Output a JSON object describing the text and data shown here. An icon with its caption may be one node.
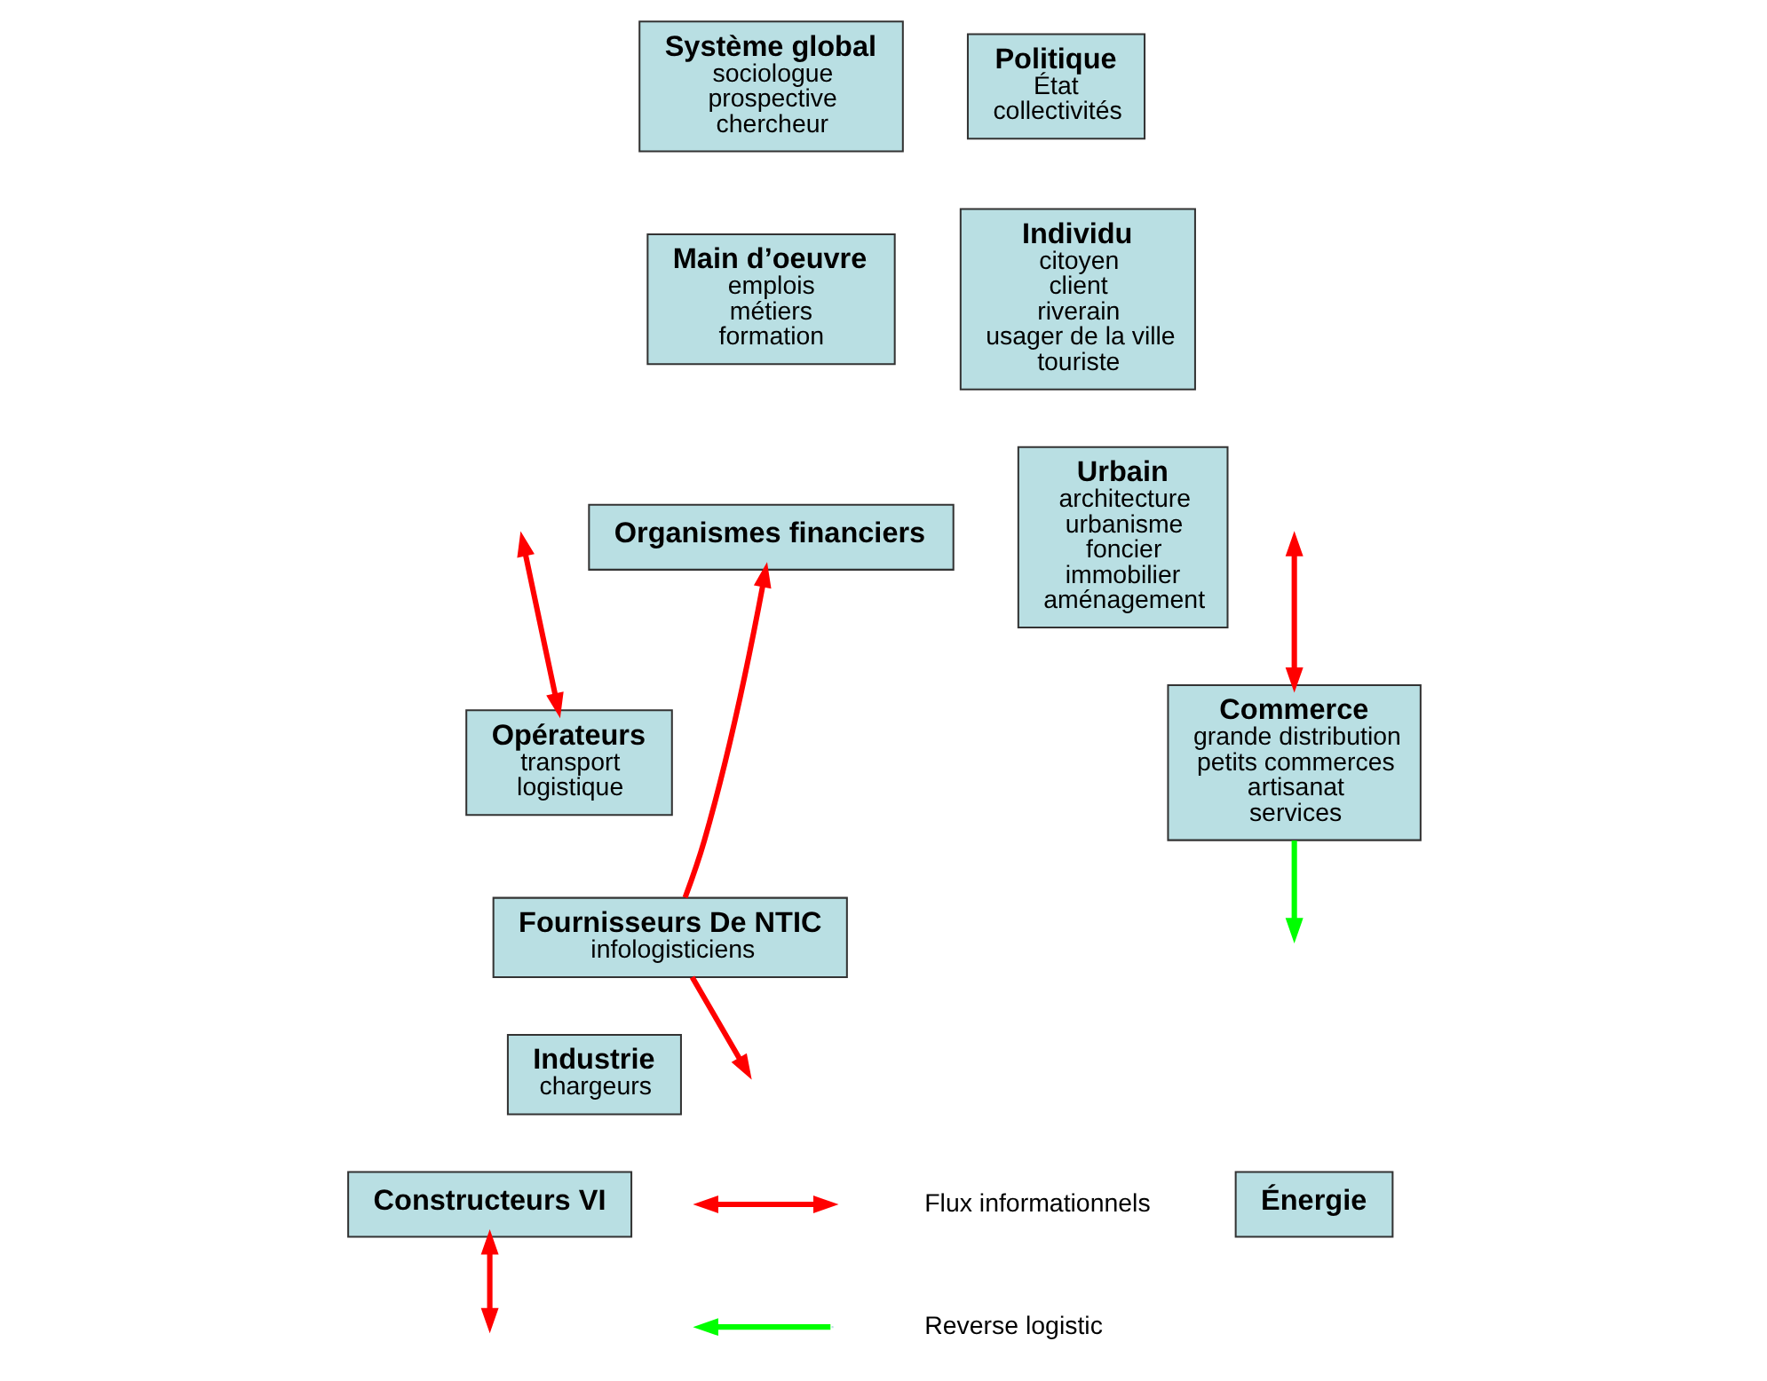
{
  "diagram": {
    "nodes": [
      {
        "text": [
          "Système global",
          "sociologue",
          "prospective",
          "chercheur"
        ]
      },
      {
        "text": [
          "Politique",
          "État",
          "collectivités"
        ]
      },
      {
        "text": [
          "Main d’oeuvre",
          "emplois",
          "métiers",
          "formation"
        ]
      },
      {
        "text": [
          "Individu",
          "citoyen",
          "client",
          "riverain",
          "usager de la ville",
          "touriste"
        ]
      },
      {
        "text": [
          "Organismes financiers"
        ]
      },
      {
        "text": [
          "Urbain",
          "architecture",
          "urbanisme",
          "foncier",
          "immobilier",
          "aménagement"
        ]
      },
      {
        "text": [
          "Opérateurs",
          "transport",
          "logistique"
        ]
      },
      {
        "text": [
          "Commerce",
          "grande distribution",
          "petits commerces",
          "artisanat",
          "services"
        ]
      },
      {
        "text": [
          "Fournisseurs De NTIC",
          "infologisticiens"
        ]
      },
      {
        "text": [
          "Industrie",
          "chargeurs"
        ]
      },
      {
        "text": [
          "Constructeurs VI"
        ]
      },
      {
        "text": [
          "Énergie"
        ]
      }
    ],
    "edges": [
      {
        "from": null,
        "to": 6,
        "arrow": "both"
      },
      {
        "from": null,
        "to": 7,
        "arrow": "both"
      },
      {
        "from": 8,
        "to": 4,
        "arrow": "to"
      },
      {
        "from": 8,
        "to": null,
        "arrow": "to"
      },
      {
        "from": 10,
        "to": null,
        "arrow": "both"
      },
      {
        "from": 7,
        "to": null,
        "arrow": "to",
        "color": "#00ff00"
      }
    ],
    "legend": [
      {
        "text": "Flux informationnels"
      },
      {
        "text": "Reverse logistic"
      }
    ]
  }
}
